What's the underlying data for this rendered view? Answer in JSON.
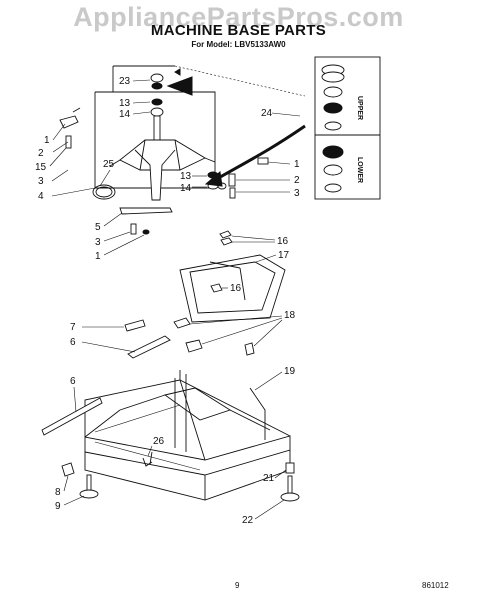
{
  "watermark": "AppliancePartsPros.com",
  "title": "MACHINE BASE PARTS",
  "subtitle": "For Model: LBV5133AW0",
  "page_number": "9",
  "doc_code": "861012",
  "callouts": {
    "c1a": "1",
    "c2a": "2",
    "c15": "15",
    "c3a": "3",
    "c4": "4",
    "c23": "23",
    "c13a": "13",
    "c14a": "14",
    "c25": "25",
    "c24": "24",
    "c1b": "1",
    "c2b": "2",
    "c3b": "3",
    "c13b": "13",
    "c14b": "14",
    "c5": "5",
    "c3c": "3",
    "c1c": "1",
    "c16a": "16",
    "c17": "17",
    "c16b": "16",
    "c7": "7",
    "c6a": "6",
    "c18": "18",
    "c19": "19",
    "c6b": "6",
    "c26": "26",
    "c21": "21",
    "c8": "8",
    "c9": "9",
    "c22": "22"
  },
  "inset_labels": {
    "upper": "UPPER",
    "lower": "LOWER"
  }
}
